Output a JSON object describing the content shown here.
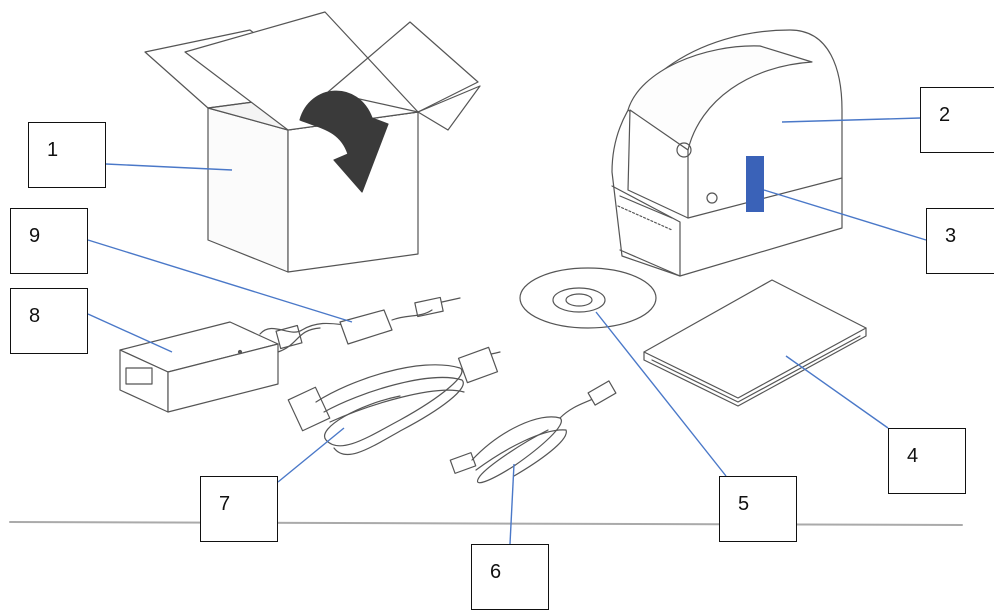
{
  "colors": {
    "leader_line": "#4a78c8",
    "drawing_stroke": "#555555",
    "status_tab": "#3a62b8",
    "arrow_fill": "#3a3a3a"
  },
  "callouts": [
    {
      "id": "1",
      "label": "1"
    },
    {
      "id": "2",
      "label": "2"
    },
    {
      "id": "3",
      "label": "3"
    },
    {
      "id": "4",
      "label": "4"
    },
    {
      "id": "5",
      "label": "5"
    },
    {
      "id": "6",
      "label": "6"
    },
    {
      "id": "7",
      "label": "7"
    },
    {
      "id": "8",
      "label": "8"
    },
    {
      "id": "9",
      "label": "9"
    }
  ]
}
